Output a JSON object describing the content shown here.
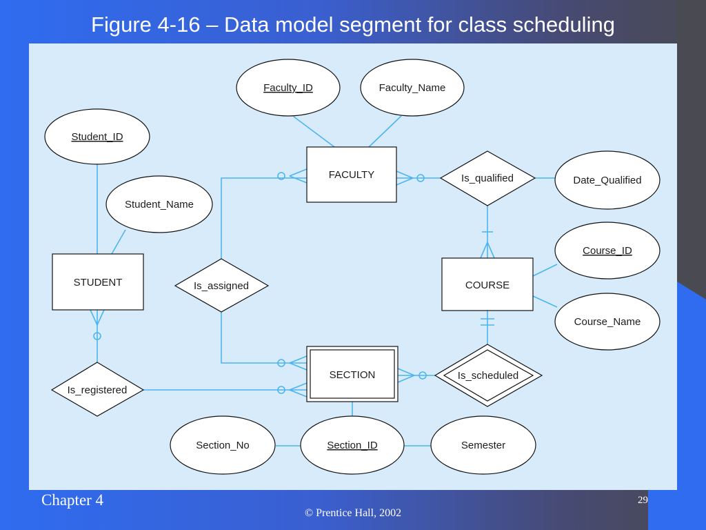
{
  "slide": {
    "title": "Figure 4-16 – Data model segment for class scheduling",
    "chapter": "Chapter 4",
    "page_number": "29",
    "copyright": "© Prentice Hall, 2002"
  },
  "entities": {
    "faculty": "FACULTY",
    "student": "STUDENT",
    "course": "COURSE",
    "section": "SECTION"
  },
  "attributes": {
    "faculty_id": "Faculty_ID",
    "faculty_name": "Faculty_Name",
    "student_id": "Student_ID",
    "student_name": "Student_Name",
    "date_qualified": "Date_Qualified",
    "course_id": "Course_ID",
    "course_name": "Course_Name",
    "section_no": "Section_No",
    "section_id": "Section_ID",
    "semester": "Semester"
  },
  "relationships": {
    "is_qualified": "Is_qualified",
    "is_assigned": "Is_assigned",
    "is_registered": "Is_registered",
    "is_scheduled": "Is_scheduled"
  },
  "colors": {
    "line": "#4bb5ee",
    "panel": "#d8ebfb",
    "outline": "#111111"
  }
}
